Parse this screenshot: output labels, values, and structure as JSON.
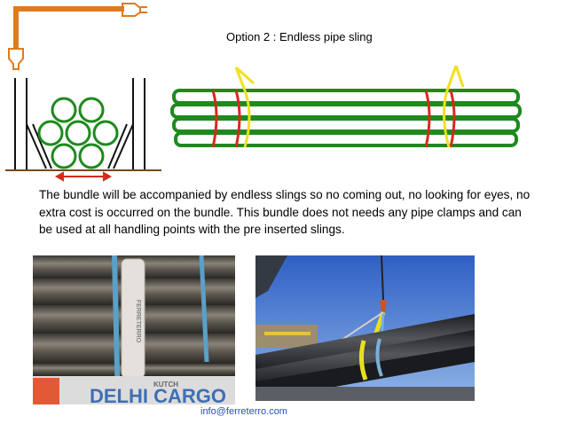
{
  "title": "Option 2 : Endless pipe sling",
  "body": "The bundle will be accompanied by endless slings so no coming out, no looking for eyes, no extra cost is occurred on the bundle. This bundle does not needs any pipe clamps  and can be used at all handling points with the pre inserted slings.",
  "photo_left": {
    "sign_text": "DELHI CARGO",
    "small_text": "KUTCH",
    "sling_brand": "FERRETERRO"
  },
  "footer": {
    "email": "info@ferreterro.com"
  },
  "colors": {
    "pipe": "#1e8a1e",
    "crane": "#e07b1e",
    "sling_red": "#d42b1e",
    "sling_yellow": "#f0e020",
    "email": "#2b4fb5"
  }
}
